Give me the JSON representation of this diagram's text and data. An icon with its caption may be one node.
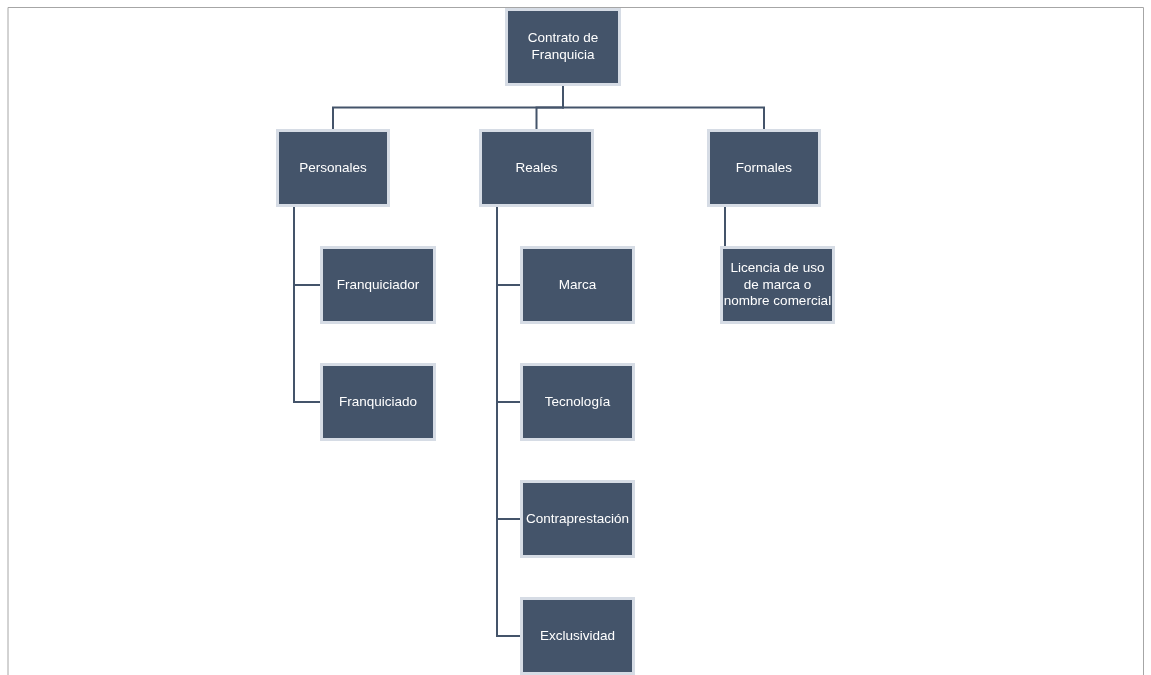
{
  "diagram": {
    "nodes": [
      {
        "text": [
          "Contrato de Franquicia"
        ]
      },
      {
        "text": [
          "Personales"
        ]
      },
      {
        "text": [
          "Reales"
        ]
      },
      {
        "text": [
          "Formales"
        ]
      },
      {
        "text": [
          "Franquiciador"
        ]
      },
      {
        "text": [
          "Franquiciado"
        ]
      },
      {
        "text": [
          "Marca"
        ]
      },
      {
        "text": [
          "Tecnología"
        ]
      },
      {
        "text": [
          "Contraprestación"
        ]
      },
      {
        "text": [
          "Exclusividad"
        ]
      },
      {
        "text": [
          "Licencia de uso de marca o nombre comercial"
        ]
      }
    ],
    "edges": [
      {
        "from": 0,
        "to": 1,
        "arrow": "none"
      },
      {
        "from": 0,
        "to": 2,
        "arrow": "none"
      },
      {
        "from": 0,
        "to": 3,
        "arrow": "none"
      },
      {
        "from": 1,
        "to": 4,
        "arrow": "none"
      },
      {
        "from": 1,
        "to": 5,
        "arrow": "none"
      },
      {
        "from": 2,
        "to": 6,
        "arrow": "none"
      },
      {
        "from": 2,
        "to": 7,
        "arrow": "none"
      },
      {
        "from": 2,
        "to": 8,
        "arrow": "none"
      },
      {
        "from": 2,
        "to": 9,
        "arrow": "none"
      },
      {
        "from": 3,
        "to": 10,
        "arrow": "none"
      }
    ]
  }
}
